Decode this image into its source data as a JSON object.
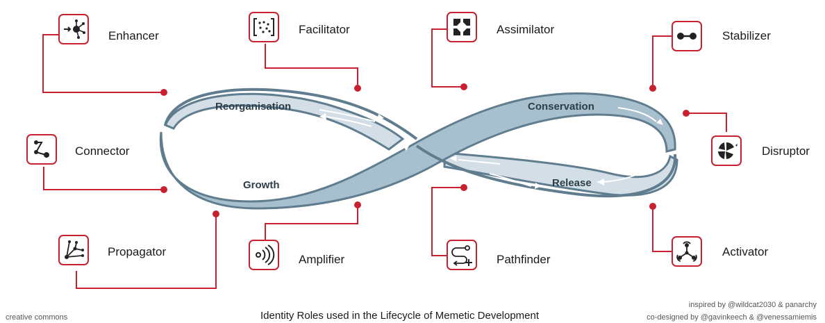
{
  "caption": "Identity Roles used in the Lifecycle of Memetic Development",
  "footer": {
    "license": "creative commons",
    "credit_line_1": "inspired by @wildcat2030 & panarchy",
    "credit_line_2": "co-designed by @gavinkeech & @venessamiemis"
  },
  "phases": {
    "reorganisation": "Reorganisation",
    "conservation": "Conservation",
    "growth": "Growth",
    "release": "Release"
  },
  "roles": {
    "enhancer": "Enhancer",
    "facilitator": "Facilitator",
    "assimilator": "Assimilator",
    "stabilizer": "Stabilizer",
    "connector": "Connector",
    "disruptor": "Disruptor",
    "propagator": "Propagator",
    "amplifier": "Amplifier",
    "pathfinder": "Pathfinder",
    "activator": "Activator"
  },
  "colors": {
    "accent_red": "#c8202f",
    "loop_front": "#a8bfcd",
    "loop_back": "#d3dee6",
    "loop_edge": "#5f7d8f"
  },
  "icons": {
    "enhancer": "enhancer-icon",
    "facilitator": "facilitator-icon",
    "assimilator": "assimilator-icon",
    "stabilizer": "stabilizer-icon",
    "connector": "connector-icon",
    "disruptor": "disruptor-icon",
    "propagator": "propagator-icon",
    "amplifier": "amplifier-icon",
    "pathfinder": "pathfinder-icon",
    "activator": "activator-icon"
  }
}
